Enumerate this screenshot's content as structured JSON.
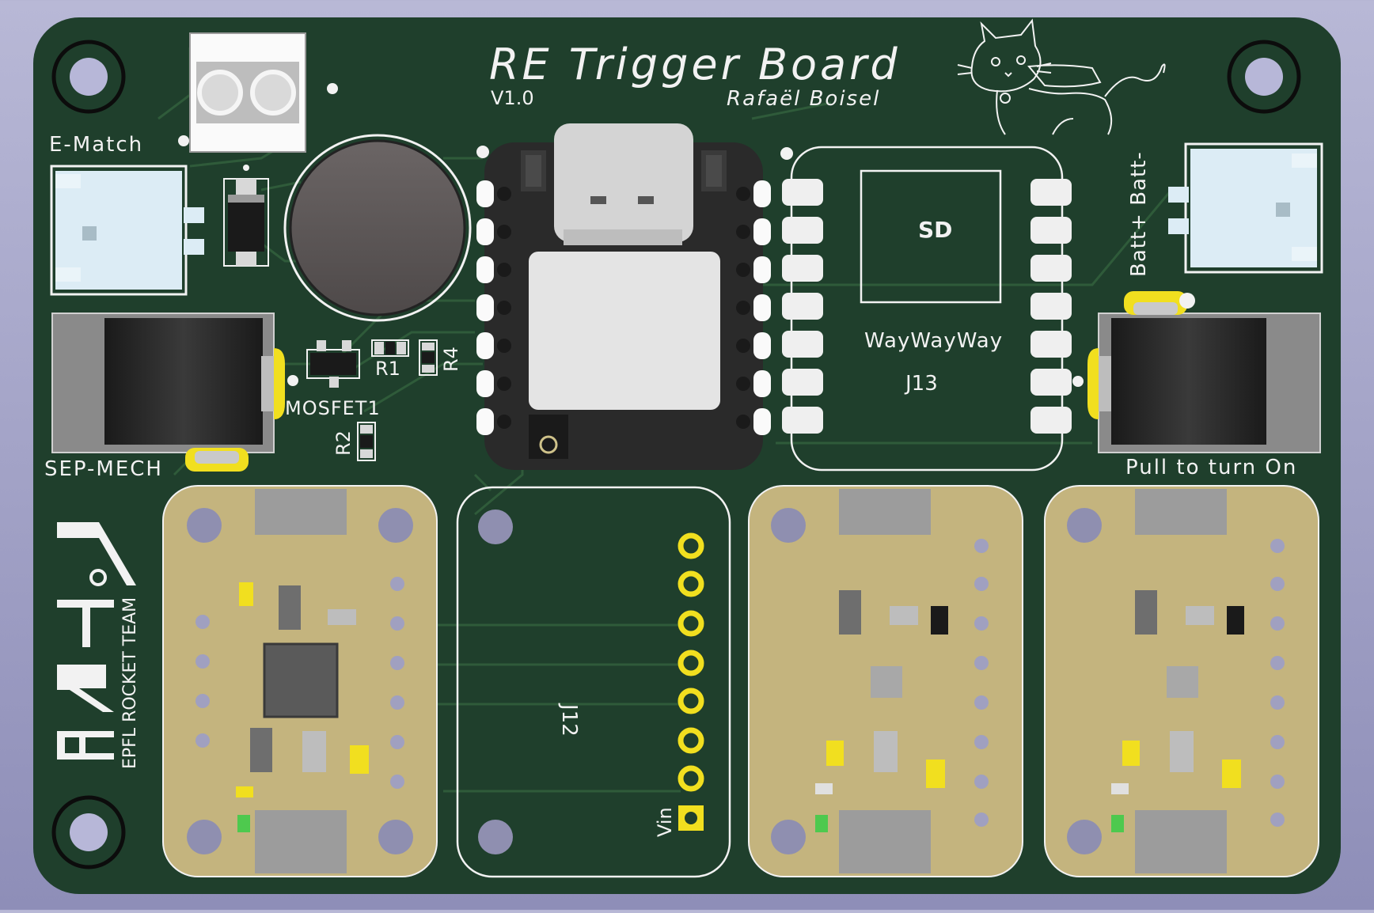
{
  "board": {
    "title": "RE Trigger Board",
    "version": "V1.0",
    "author": "Rafaël Boisel",
    "labels": {
      "ematch": "E-Match",
      "sep_mech": "SEP-MECH",
      "mosfet": "MOSFET1",
      "r1": "R1",
      "r2": "R2",
      "r4": "R4",
      "sd": "SD",
      "module_name": "WayWayWay",
      "j13": "J13",
      "j12": "J12",
      "vin": "Vin",
      "batt": "Batt+ Batt-",
      "pull": "Pull to turn On",
      "team": "EPFL ROCKET TEAM"
    },
    "logo": {
      "letters": "ERT",
      "icon": "ert-rocket-logo"
    },
    "mascot_icon": "cat-mascot-icon",
    "colors": {
      "soldermask": "#1f3f2c",
      "trace": "#2f5b3a",
      "silkscreen": "#f2f2f2",
      "gold": "#c4b47e",
      "pad_yellow": "#f1df1f",
      "connector": "#dcecf5"
    }
  }
}
